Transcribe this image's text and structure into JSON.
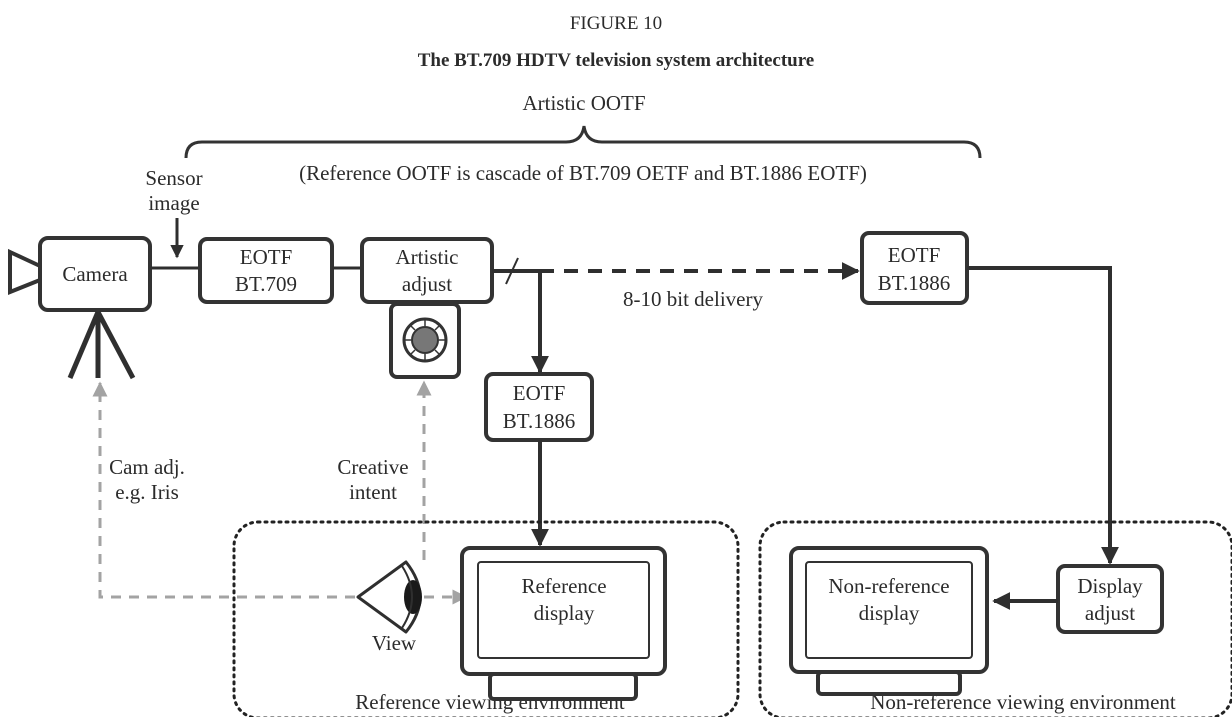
{
  "figure": {
    "label": "FIGURE 10",
    "title": "The BT.709 HDTV television system architecture"
  },
  "brace": {
    "label": "Artistic OOTF",
    "note": "(Reference OOTF is cascade of BT.709 OETF and BT.1886 EOTF)"
  },
  "sensor": {
    "line1": "Sensor",
    "line2": "image"
  },
  "camera": {
    "label": "Camera"
  },
  "eotf709": {
    "line1": "EOTF",
    "line2": "BT.709"
  },
  "artistic": {
    "line1": "Artistic",
    "line2": "adjust"
  },
  "delivery": {
    "label": "8-10 bit delivery"
  },
  "eotf1886_right": {
    "line1": "EOTF",
    "line2": "BT.1886"
  },
  "eotf1886_mid": {
    "line1": "EOTF",
    "line2": "BT.1886"
  },
  "cam_adj": {
    "line1": "Cam adj.",
    "line2": "e.g. Iris"
  },
  "creative": {
    "line1": "Creative",
    "line2": "intent"
  },
  "view": {
    "label": "View"
  },
  "ref_display": {
    "line1": "Reference",
    "line2": "display"
  },
  "ref_env": {
    "label": "Reference viewing environment"
  },
  "display_adjust": {
    "line1": "Display",
    "line2": "adjust"
  },
  "nonref_display": {
    "line1": "Non-reference",
    "line2": "display"
  },
  "nonref_env": {
    "label": "Non-reference viewing environment"
  },
  "colors": {
    "stroke": "#333333",
    "dashed_grey": "#a3a3a3",
    "knob_fill": "#777777"
  }
}
